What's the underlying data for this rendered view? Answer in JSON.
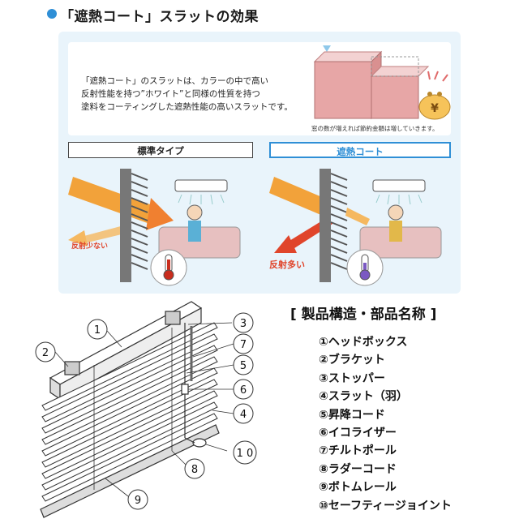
{
  "header": {
    "title": "「遮熱コート」スラットの効果"
  },
  "effect": {
    "description": [
      "「遮熱コート」のスラットは、カラーの中で高い",
      "反射性能を持つ”ホワイト”と同様の性質を持つ",
      "塗料をコーティングした遮熱性能の高いスラットです。"
    ],
    "note": "窓の数が増えれば節約金額は増していきます。",
    "yen_symbol": "¥",
    "standard_label": "標準タイプ",
    "heat_label": "遮熱コート",
    "reflect_low": "反射少ない",
    "reflect_high": "反射多い",
    "colors": {
      "accent": "#2f8fd6",
      "panel": "#e9f4fb",
      "arrow_red": "#e0452b",
      "arrow_orange": "#f2a23a",
      "box_pink": "#e7a6a6"
    }
  },
  "parts": {
    "section_title": "[ 製品構造・部品名称 ]",
    "items": [
      "①ヘッドボックス",
      "②ブラケット",
      "③ストッパー",
      "④スラット（羽）",
      "⑤昇降コード",
      "⑥イコライザー",
      "⑦チルトポール",
      "⑧ラダーコード",
      "⑨ボトムレール",
      "⑩セーフティージョイント"
    ],
    "callouts": [
      "1",
      "2",
      "3",
      "7",
      "5",
      "6",
      "4",
      "8",
      "9",
      "1 0"
    ]
  }
}
